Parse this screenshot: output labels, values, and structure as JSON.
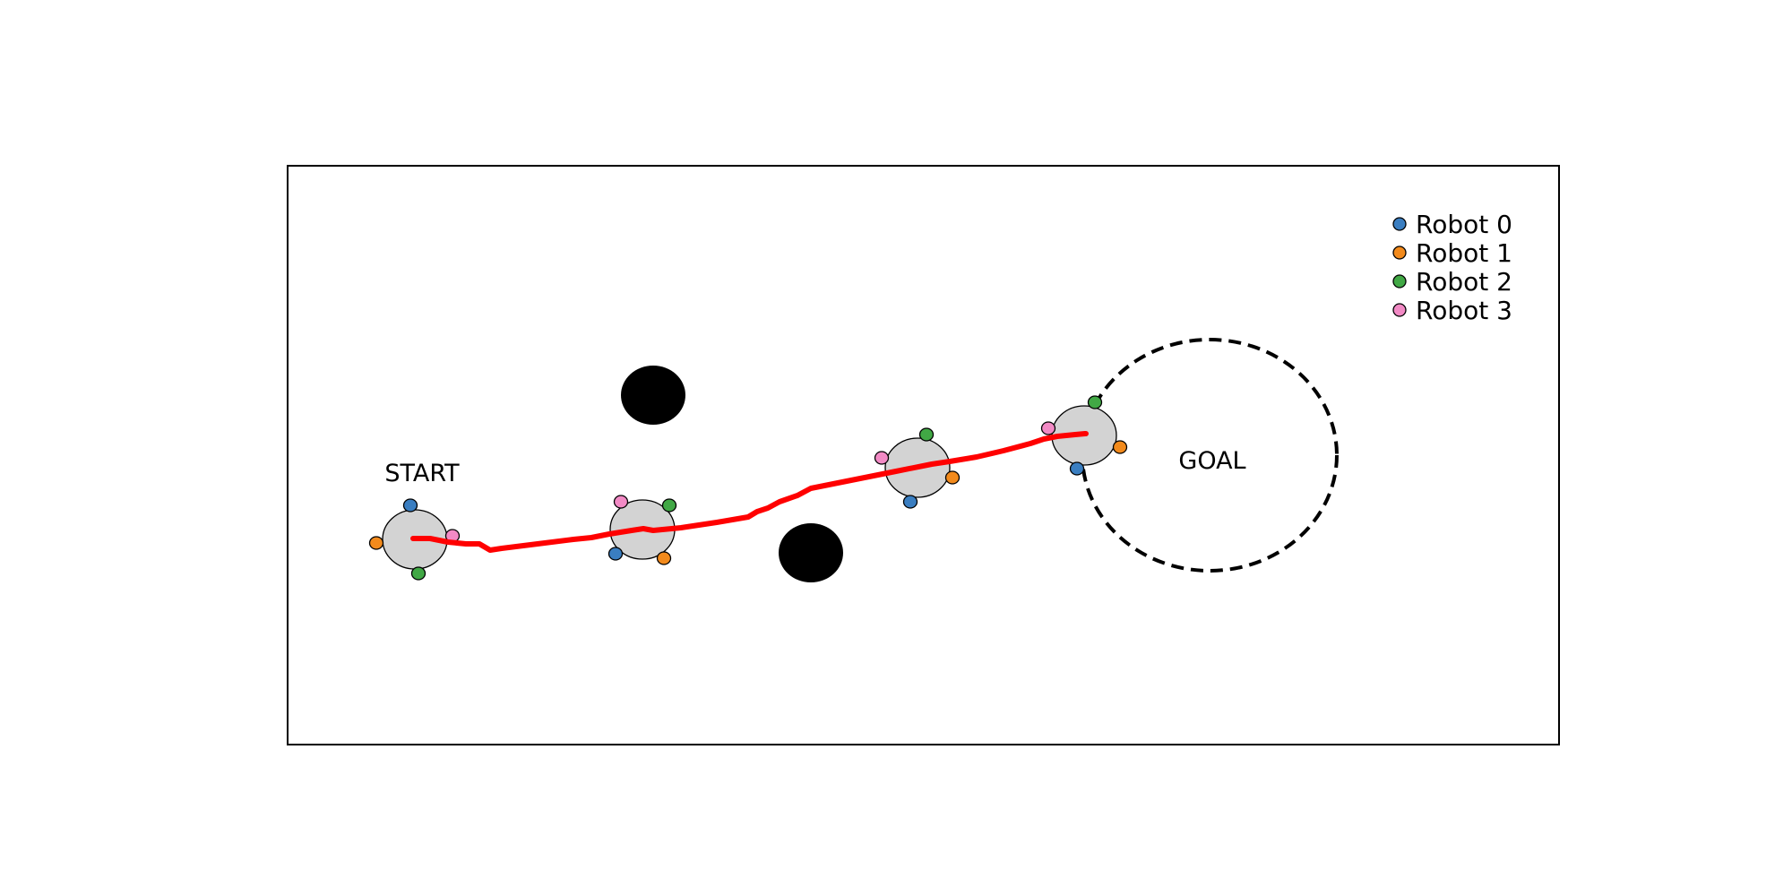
{
  "labels": {
    "start": "START",
    "goal": "GOAL"
  },
  "legend": [
    {
      "label": "Robot 0",
      "color": "#3a7ec1"
    },
    {
      "label": "Robot 1",
      "color": "#f28a1c"
    },
    {
      "label": "Robot 2",
      "color": "#41a845"
    },
    {
      "label": "Robot 3",
      "color": "#f28ac5"
    }
  ],
  "colors": {
    "path": "#ff0000",
    "payload_fill": "#d3d3d3",
    "obstacle": "#000000",
    "goal_outline": "#000000"
  }
}
